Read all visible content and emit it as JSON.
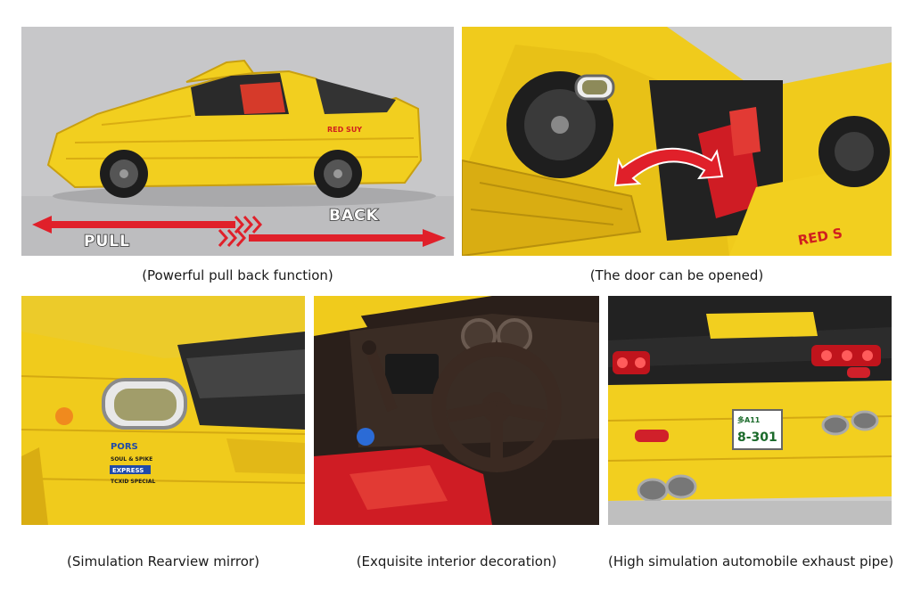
{
  "panels": {
    "pull_back": {
      "caption": "(Powerful pull back function)",
      "pull_label": "PULL",
      "back_label": "BACK",
      "car_decal": "RED SUY"
    },
    "door": {
      "caption": "(The door can be opened)",
      "side_decal": "RED S"
    },
    "mirror": {
      "caption": "(Simulation Rearview mirror)",
      "sticker_lines": [
        "PORS",
        "SOUL & SPIKE",
        "EXPRESS",
        "TCXID SPECIAL"
      ]
    },
    "interior": {
      "caption": "(Exquisite interior decoration)"
    },
    "exhaust": {
      "caption": "(High simulation automobile exhaust pipe)",
      "plate_top": "多A11",
      "plate_number": "8-301"
    }
  },
  "colors": {
    "car_yellow": "#f2cf1f",
    "shade_yellow": "#d9ad12",
    "arrow_red": "#e0202a",
    "seat_red": "#cf1c24",
    "backdrop_gray": "#c7c7c9"
  }
}
